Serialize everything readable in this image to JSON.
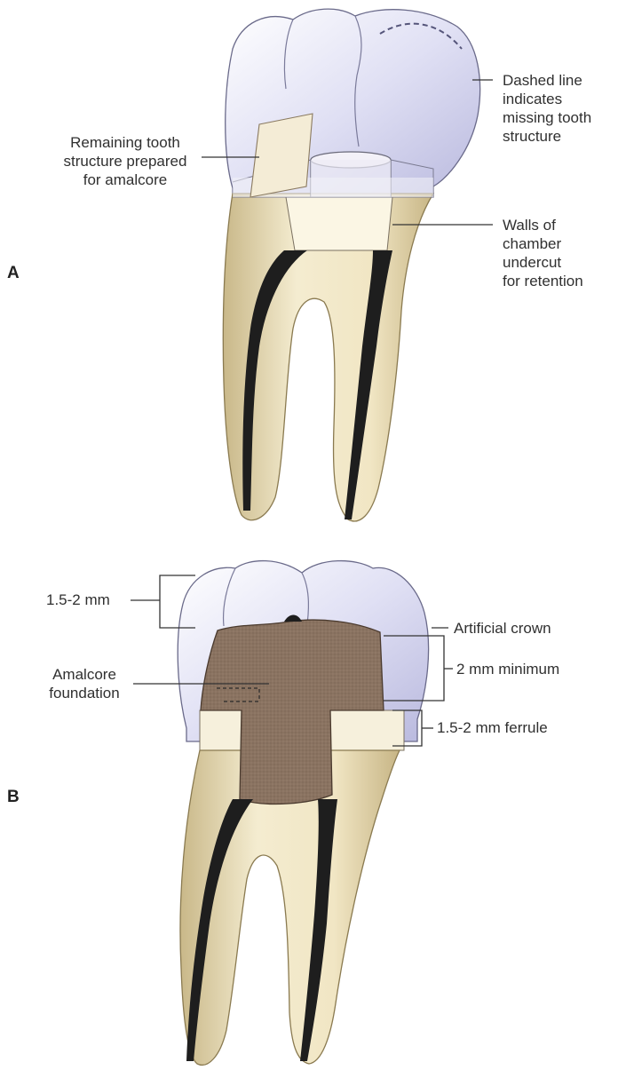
{
  "panels": {
    "a": {
      "letter": "A",
      "labels": {
        "dashed_line": [
          "Dashed line",
          "indicates",
          "missing tooth",
          "structure"
        ],
        "remaining": [
          "Remaining tooth",
          "structure prepared",
          "for amalcore"
        ],
        "walls": [
          "Walls of",
          "chamber",
          "undercut",
          "for retention"
        ]
      }
    },
    "b": {
      "letter": "B",
      "labels": {
        "occlusal": "1.5-2 mm",
        "artificial_crown": "Artificial crown",
        "minimum": "2 mm minimum",
        "amalcore": [
          "Amalcore",
          "foundation"
        ],
        "ferrule": "1.5-2 mm ferrule"
      }
    }
  },
  "colors": {
    "enamel": "#d9d9f0",
    "root": "#efe4bf",
    "canal": "#1e1e1e",
    "amalcore": "#8b7562",
    "leader": "#333333"
  }
}
